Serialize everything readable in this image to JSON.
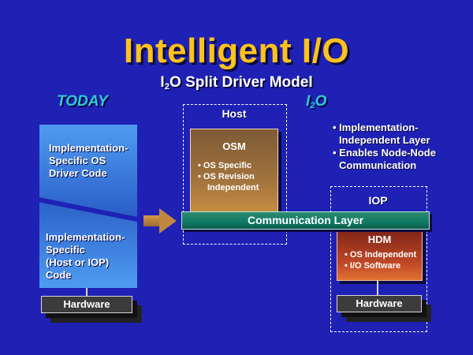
{
  "slide": {
    "title": "Intelligent I/O",
    "subtitle_prefix": "I",
    "subtitle_sub": "2",
    "subtitle_rest": "O Split Driver Model"
  },
  "today": {
    "label": "TODAY",
    "upper_block": [
      "Implementation-",
      "Specific OS",
      "Driver Code"
    ],
    "lower_block": [
      "Implementation-",
      "Specific",
      "(Host or IOP)",
      "Code"
    ],
    "hardware": "Hardware"
  },
  "i2o": {
    "label_prefix": "I",
    "label_sub": "2",
    "label_rest": "O",
    "host_label": "Host",
    "osm": {
      "title": "OSM",
      "bullets": [
        "OS Specific",
        "OS Revision",
        "Independent"
      ]
    },
    "comm_layer": "Communication Layer",
    "iop_label": "IOP",
    "hdm": {
      "title": "HDM",
      "bullets": [
        "OS Independent",
        "I/O Software"
      ]
    },
    "hardware": "Hardware",
    "features": [
      {
        "lines": [
          "Implementation-",
          "Independent Layer"
        ]
      },
      {
        "lines": [
          "Enables Node-Node",
          "Communication"
        ]
      }
    ]
  }
}
